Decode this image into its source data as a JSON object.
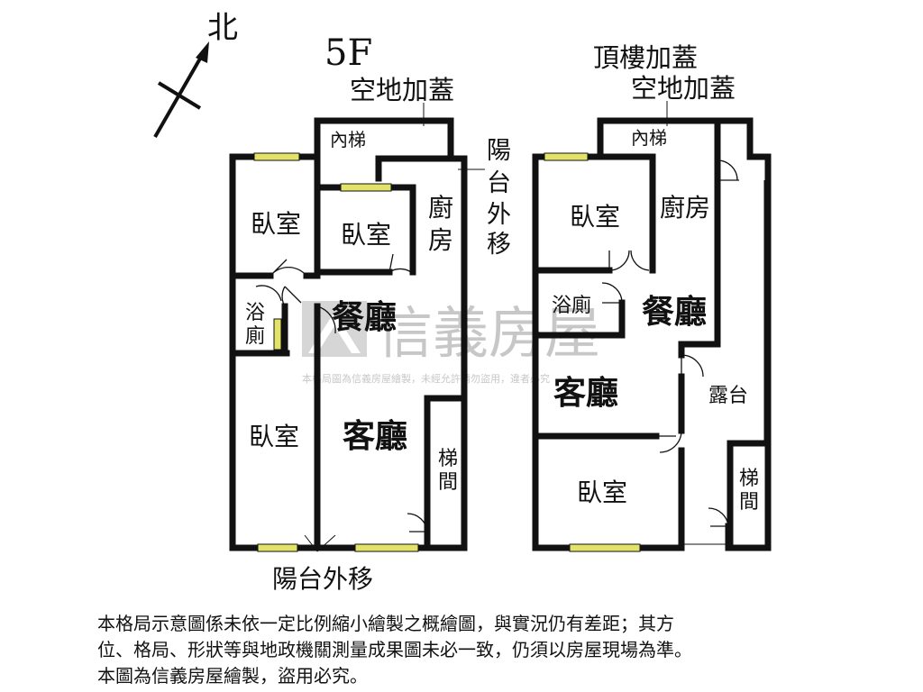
{
  "compass": {
    "north_label": "北"
  },
  "floor_left": {
    "title": "5F",
    "notes": {
      "top_addition": "空地加蓋",
      "balcony_right": [
        "陽",
        "台",
        "外",
        "移"
      ],
      "balcony_bottom": "陽台外移"
    },
    "rooms": {
      "stairs_inner": "內梯",
      "bedroom_nw": "臥室",
      "bedroom_mid": "臥室",
      "kitchen": [
        "廚",
        "房"
      ],
      "bath": [
        "浴",
        "廁"
      ],
      "dining": "餐廳",
      "bedroom_sw": "臥室",
      "living": "客廳",
      "stairwell": [
        "梯",
        "間"
      ]
    }
  },
  "floor_right": {
    "notes": {
      "roof_addition": "頂樓加蓋",
      "top_addition": "空地加蓋"
    },
    "rooms": {
      "stairs_inner": "內梯",
      "bedroom_n": "臥室",
      "kitchen": "廚房",
      "bath": "浴廁",
      "dining": "餐廳",
      "living": "客廳",
      "terrace": "露台",
      "bedroom_s": "臥室",
      "stairwell": [
        "梯",
        "間"
      ]
    }
  },
  "watermark": {
    "brand": "信義房屋",
    "notice": "本格局圖為信義房屋繪製，未經允許請勿盜用，違者必究"
  },
  "disclaimer": [
    "本格局示意圖係未依一定比例縮小繪製之概繪圖，與實況仍有差距；其方",
    "位、格局、形狀等與地政機關測量成果圖未必一致，仍須以房屋現場為準。",
    "本圖為信義房屋繪製，盜用必究。"
  ],
  "colors": {
    "wall": "#111111",
    "window": "#e3e36a",
    "watermark": "#a0a0a0"
  }
}
